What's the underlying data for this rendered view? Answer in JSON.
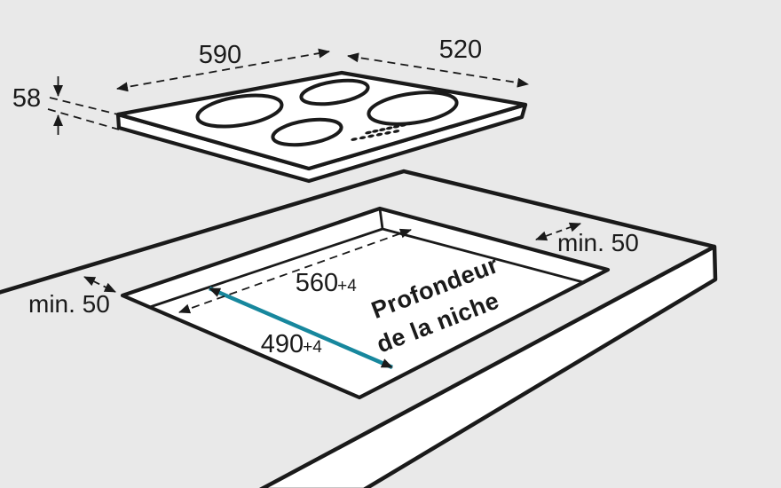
{
  "colors": {
    "background": "#e9e9e9",
    "ink": "#1a1a1a",
    "accent": "#17879d",
    "surface": "#ffffff"
  },
  "cooktop": {
    "width_label": "590",
    "depth_label": "520",
    "thickness_label": "58"
  },
  "niche": {
    "width_label": "560",
    "width_tolerance": "+4",
    "depth_label": "490",
    "depth_tolerance": "+4",
    "caption_line1": "Profondeur",
    "caption_line2": "de la niche"
  },
  "clearances": {
    "left_label": "min. 50",
    "right_label": "min. 50"
  }
}
